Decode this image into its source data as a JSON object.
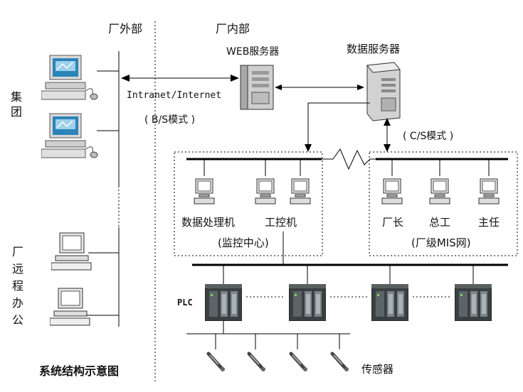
{
  "zones": {
    "outside": "厂外部",
    "inside": "厂内部"
  },
  "groups": {
    "group": "集团",
    "remote": "厂远程办公"
  },
  "servers": {
    "web": "WEB服务器",
    "data": "数据服务器"
  },
  "links": {
    "internet": "Intranet/Internet",
    "bs_mode": "( B/S模式 )",
    "cs_mode": "( C/S模式 )"
  },
  "control_center": {
    "caption": "(监控中心)",
    "terminals": [
      "数据处理机",
      "工控机"
    ]
  },
  "mis": {
    "caption": "(厂级MIS网)",
    "terminals": [
      "厂长",
      "总工",
      "主任"
    ]
  },
  "field": {
    "plc": "PLC",
    "sensors": "传感器"
  },
  "title": "系统结构示意图",
  "colors": {
    "title": "#c0201e",
    "screen": "#2a84b8",
    "plc": "#3a3f42"
  }
}
